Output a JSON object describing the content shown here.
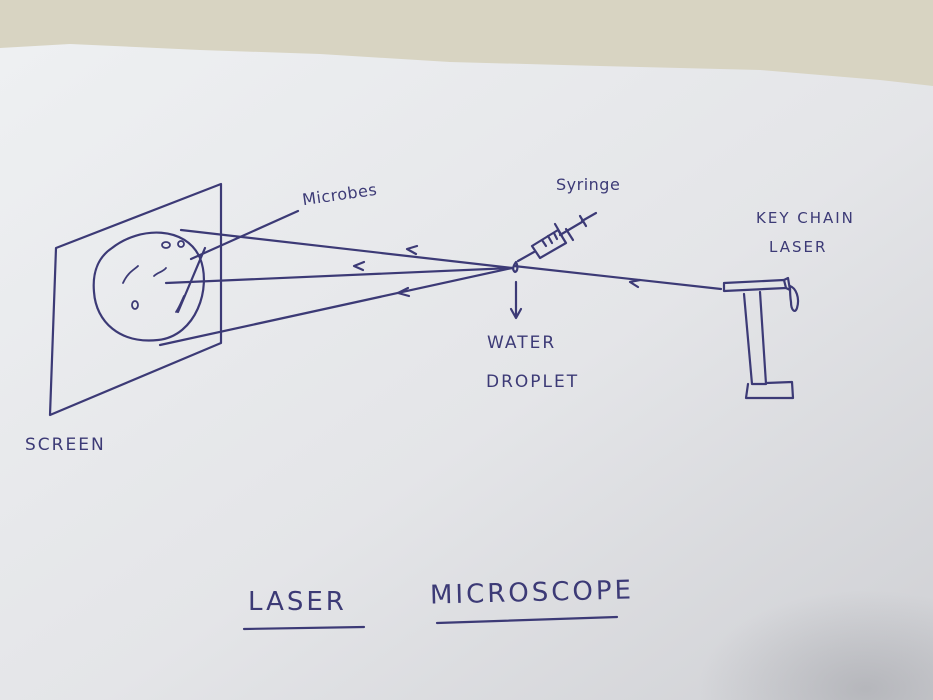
{
  "colors": {
    "ink": "#3c3a76",
    "paper": "#e9eaec",
    "background_cloth": "#d8d4c2"
  },
  "labels": {
    "microbes": "Microbes",
    "syringe": "Syringe",
    "key_chain_laser_line1": "KEY CHAIN",
    "key_chain_laser_line2": "LASER",
    "water_droplet_line1": "WATER",
    "water_droplet_line2": "DROPLET",
    "screen": "SCREEN"
  },
  "title": {
    "word1": "LASER",
    "word2": "MICROSCOPE"
  }
}
